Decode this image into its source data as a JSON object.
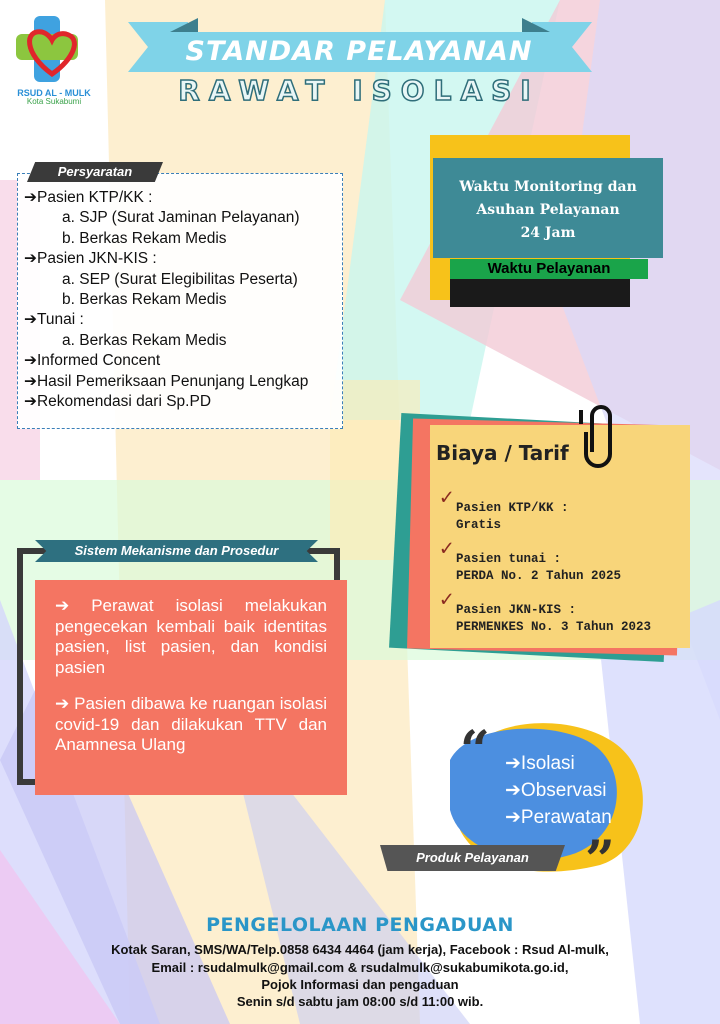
{
  "logo": {
    "name": "RSUD AL - MULK",
    "city": "Kota Sukabumi"
  },
  "header": {
    "title": "STANDAR PELAYANAN",
    "subtitle": "RAWAT ISOLASI"
  },
  "persyaratan": {
    "label": "Persyaratan",
    "items": [
      "➔Pasien KTP/KK :",
      "a. SJP (Surat Jaminan Pelayanan)",
      "b. Berkas Rekam Medis",
      "➔Pasien JKN-KIS :",
      "a. SEP (Surat Elegibilitas Peserta)",
      "b. Berkas Rekam Medis",
      "➔Tunai :",
      "a. Berkas Rekam Medis",
      "➔Informed Concent",
      "➔Hasil Pemeriksaan Penunjang Lengkap",
      "➔Rekomendasi dari Sp.PD"
    ]
  },
  "waktu": {
    "line1": "Waktu Monitoring dan",
    "line2": "Asuhan Pelayanan",
    "line3": "24 Jam",
    "label": "Waktu Pelayanan"
  },
  "biaya": {
    "title": "Biaya / Tarif",
    "items": [
      {
        "label": "Pasien KTP/KK :",
        "value": "Gratis"
      },
      {
        "label": "Pasien tunai :",
        "value": "PERDA No. 2 Tahun 2025"
      },
      {
        "label": "Pasien JKN-KIS :",
        "value": "PERMENKES No. 3 Tahun 2023"
      }
    ]
  },
  "prosedur": {
    "label": "Sistem Mekanisme dan Prosedur",
    "items": [
      "➔ Perawat isolasi melakukan pengecekan kembali baik identitas pasien, list pasien, dan kondisi pasien",
      "➔ Pasien dibawa ke ruangan isolasi covid-19 dan dilakukan TTV dan Anamnesa Ulang"
    ]
  },
  "produk": {
    "label": "Produk Pelayanan",
    "items": [
      "➔Isolasi",
      "➔Observasi",
      "➔Perawatan"
    ]
  },
  "footer": {
    "title": "PENGELOLAAN PENGADUAN",
    "lines": [
      "Kotak Saran, SMS/WA/Telp.0858 6434 4464 (jam kerja), Facebook : Rsud Al-mulk,",
      "Email : rsudalmulk@gmail.com & rsudalmulk@sukabumikota.go.id,",
      "Pojok Informasi dan pengaduan",
      "Senin s/d sabtu jam 08:00 s/d 11:00 wib."
    ]
  }
}
